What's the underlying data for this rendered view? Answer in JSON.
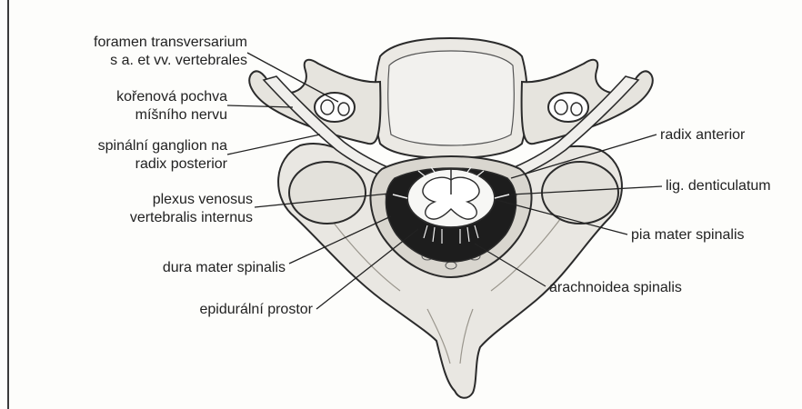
{
  "labels": {
    "foramen_transversarium": [
      "foramen transversarium",
      "s a. et vv. vertebrales"
    ],
    "korenova_pochva": [
      "kořenová pochva",
      "míšního nervu"
    ],
    "spinalni_ganglion": [
      "spinální ganglion na",
      "radix posterior"
    ],
    "plexus_venosus": [
      "plexus venosus",
      "vertebralis internus"
    ],
    "dura_mater": [
      "dura mater spinalis"
    ],
    "epiduralni_prostor": [
      "epidurální prostor"
    ],
    "radix_anterior": [
      "radix anterior"
    ],
    "lig_denticulatum": [
      "lig. denticulatum"
    ],
    "pia_mater": [
      "pia mater spinalis"
    ],
    "arachnoidea": [
      "arachnoidea spinalis"
    ]
  },
  "colors": {
    "bone": "#e9e7e2",
    "bone_shade": "#c8c5be",
    "outline": "#2b2b2b",
    "cord": "#f7f7f5",
    "dark_space": "#1d1d1d"
  }
}
